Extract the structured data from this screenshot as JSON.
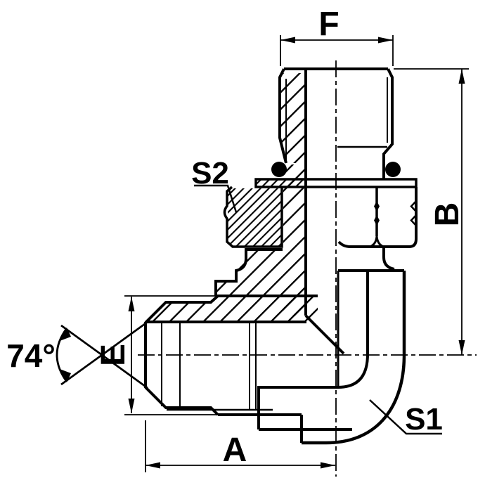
{
  "drawing": {
    "labels": {
      "top_thread_width": "F",
      "overall_height": "B",
      "port_diameter": "E",
      "overall_length": "A",
      "body_wrench": "S1",
      "locknut_wrench": "S2",
      "cone_angle": "74°"
    }
  },
  "colors": {
    "line": "#000000",
    "background": "#ffffff"
  }
}
